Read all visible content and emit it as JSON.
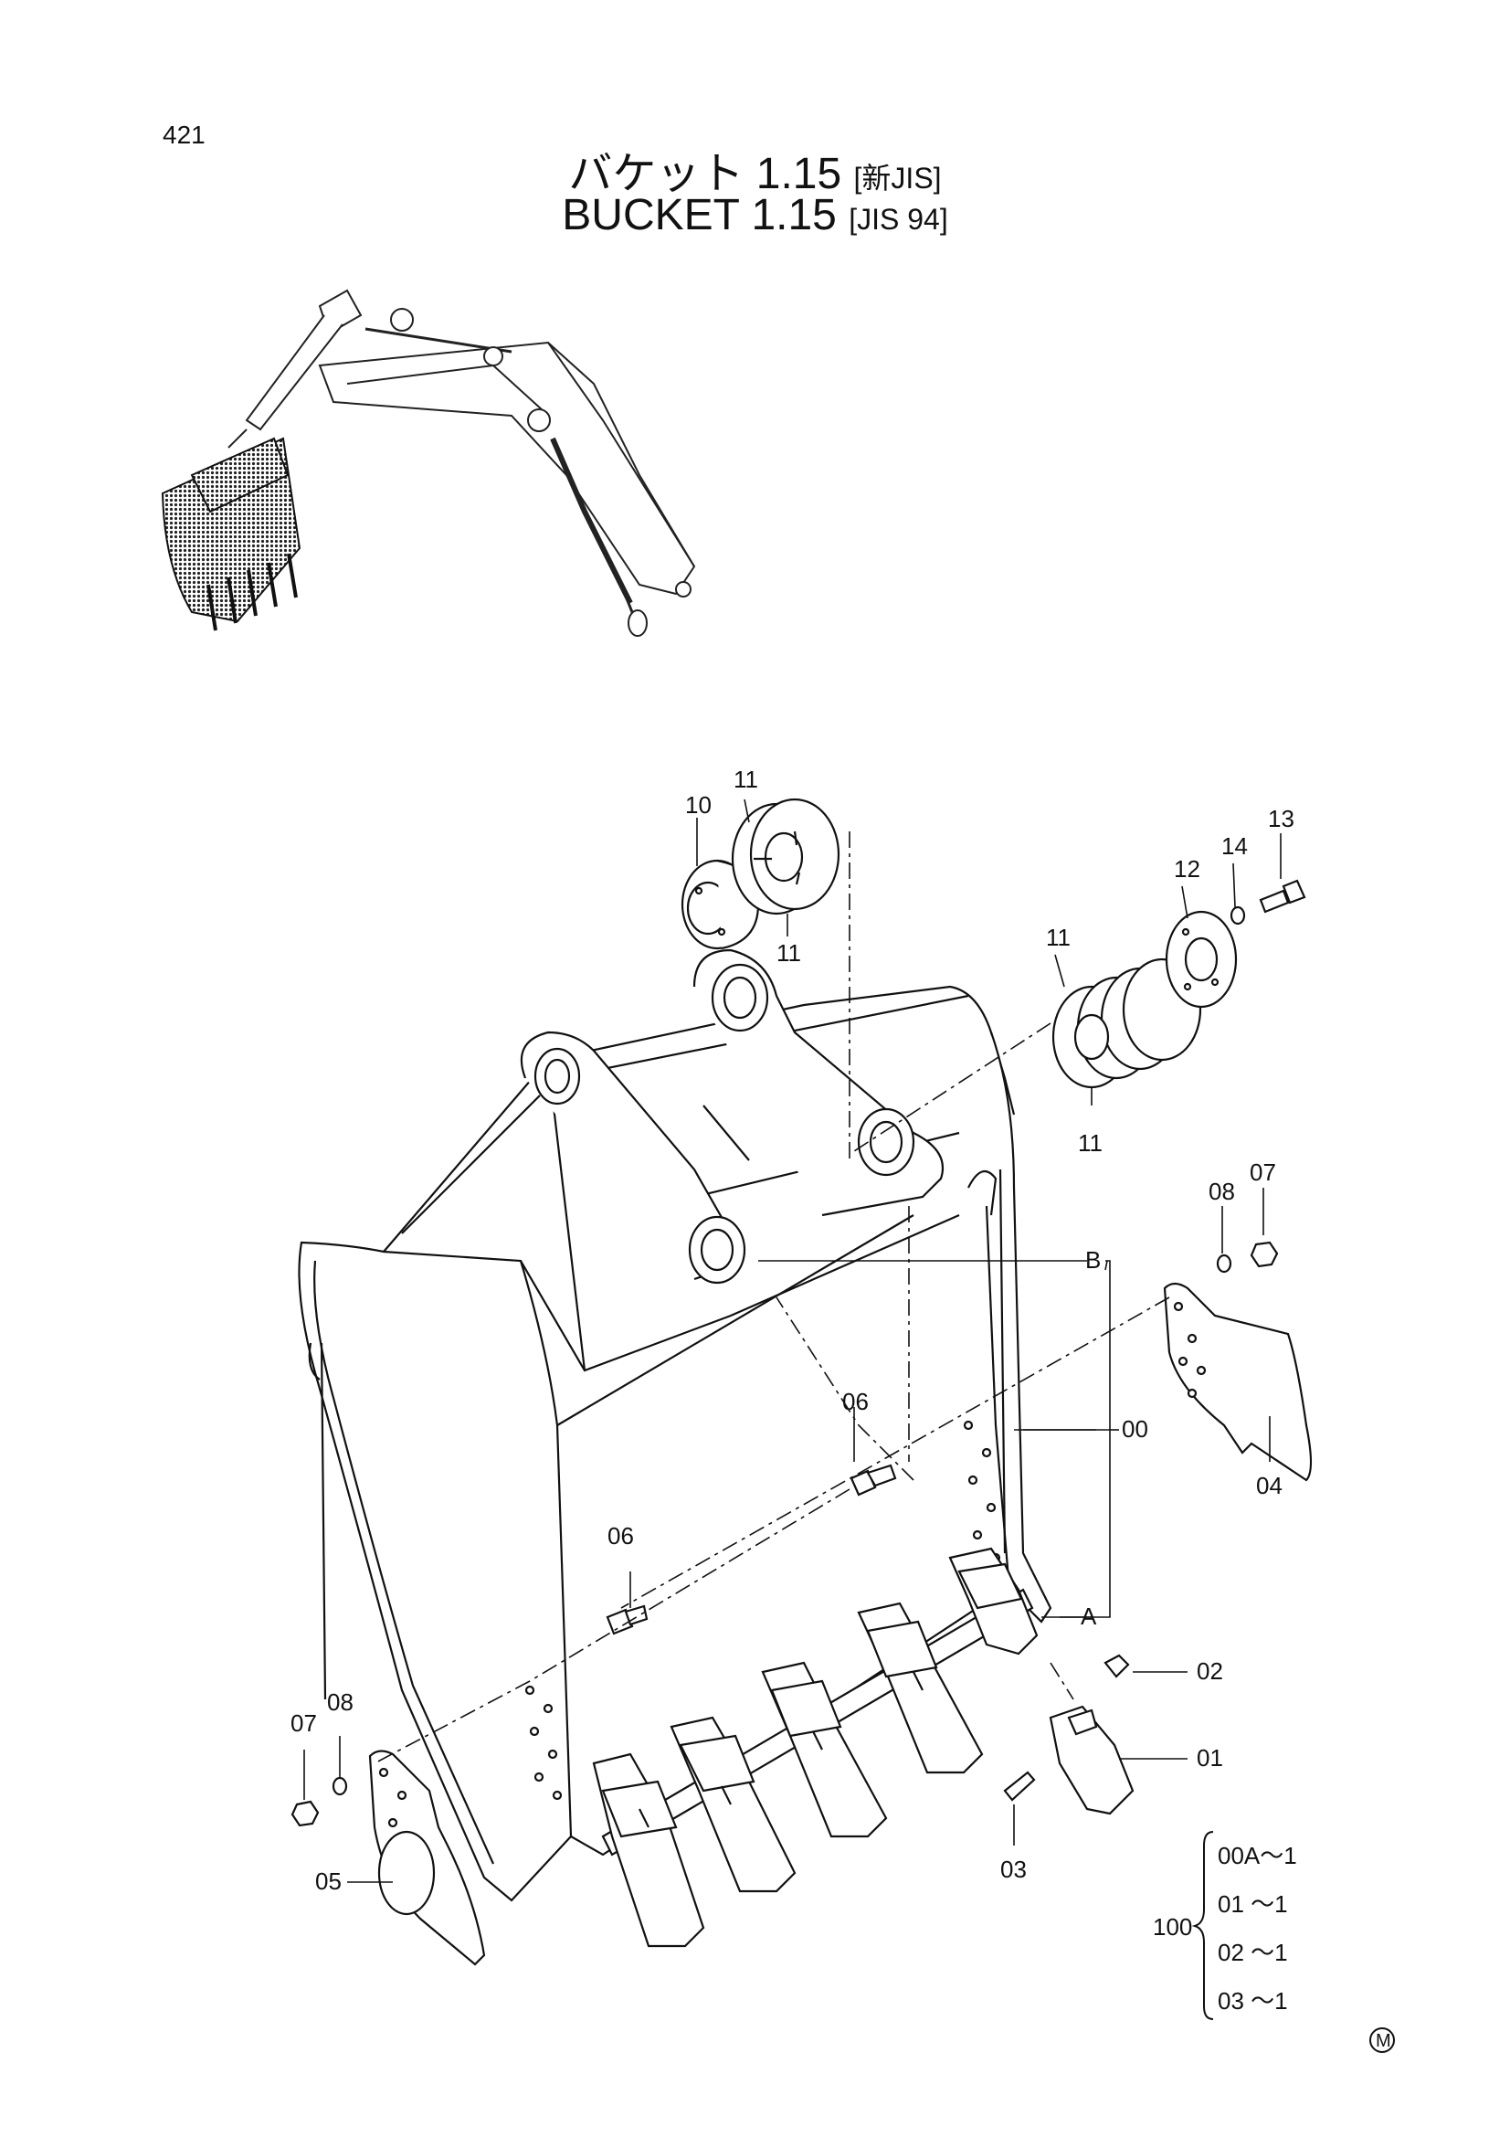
{
  "page_number": "421",
  "title_jp": {
    "text": "バケット 1.15",
    "std": "[新JIS]"
  },
  "title_en": {
    "text": "BUCKET 1.15",
    "std": "[JIS 94]"
  },
  "callouts": {
    "c10": "10",
    "c11a": "11",
    "c11b": "11",
    "c11c": "11",
    "c11d": "11",
    "c12": "12",
    "c13": "13",
    "c14": "14",
    "c08r": "08",
    "c07r": "07",
    "cB": "B",
    "c00": "00",
    "c06a": "06",
    "c04": "04",
    "c06b": "06",
    "cA": "A",
    "c02": "02",
    "c07l": "07",
    "c08l": "08",
    "c01": "01",
    "c05": "05",
    "c03": "03"
  },
  "kit": {
    "number": "100",
    "items": [
      "00A～1",
      "01  ～1",
      "02  ～1",
      "03  ～1"
    ]
  },
  "corner_mark": "M"
}
